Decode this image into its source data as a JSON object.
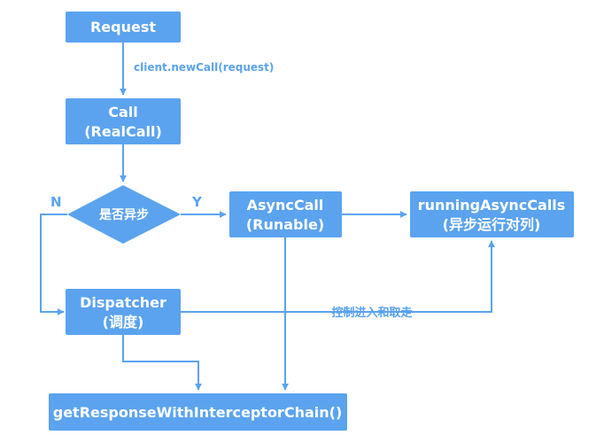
{
  "nodes": {
    "request": {
      "label": "Request"
    },
    "call": {
      "line1": "Call",
      "line2": "(RealCall)"
    },
    "decision": {
      "label": "是否异步"
    },
    "async_call": {
      "line1": "AsyncCall",
      "line2": "(Runable)"
    },
    "running_calls": {
      "line1": "runningAsyncCalls",
      "line2": "(异步运行对列)"
    },
    "dispatcher": {
      "line1": "Dispatcher",
      "line2": "(调度)"
    },
    "chain": {
      "label": "getResponseWithInterceptorChain()"
    }
  },
  "edges": {
    "new_call": "client.newCall(request)",
    "yes": "Y",
    "no": "N",
    "control": "控制进入和取走"
  },
  "colors": {
    "accent": "#5ba3ef",
    "node_text": "#ffffff"
  }
}
